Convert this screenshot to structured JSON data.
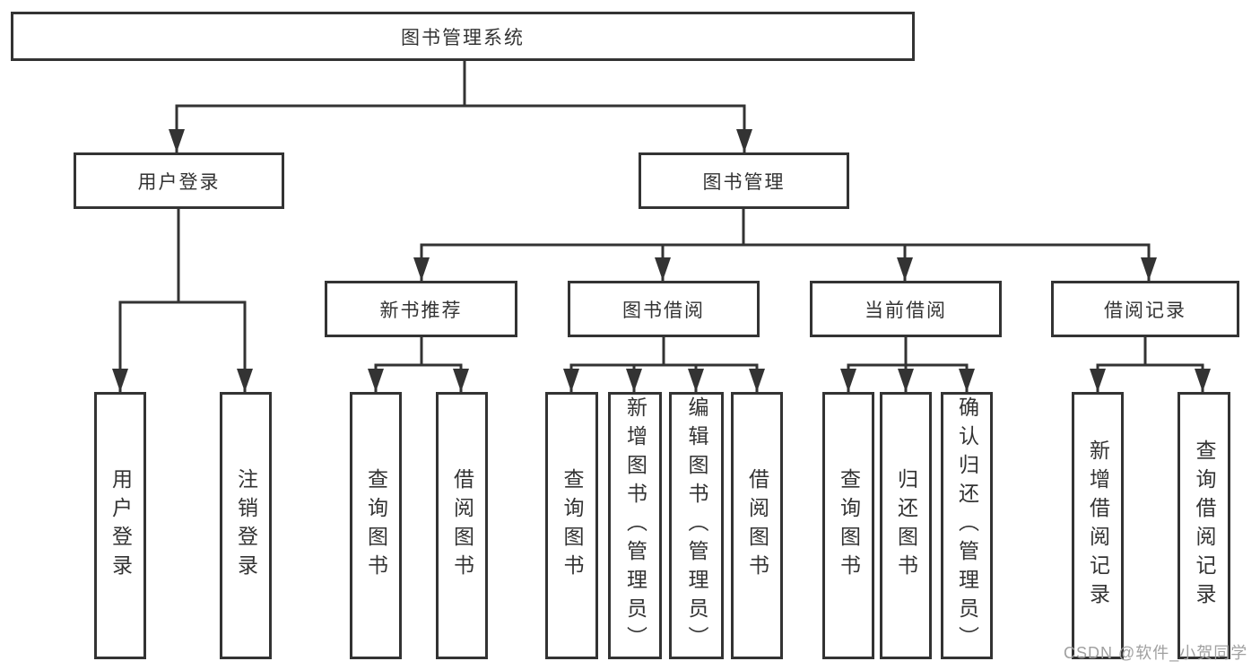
{
  "colors": {
    "background": "#ffffff",
    "line": "#333333",
    "text": "#333333",
    "watermark": "#a0a0a0"
  },
  "diagram_type": "hierarchy-tree",
  "nodes": {
    "root": {
      "label": "图书管理系统"
    },
    "level2": [
      {
        "label": "用户登录",
        "parent": "图书管理系统"
      },
      {
        "label": "图书管理",
        "parent": "图书管理系统"
      }
    ],
    "level3": [
      {
        "label": "新书推荐",
        "parent": "图书管理"
      },
      {
        "label": "图书借阅",
        "parent": "图书管理"
      },
      {
        "label": "当前借阅",
        "parent": "图书管理"
      },
      {
        "label": "借阅记录",
        "parent": "图书管理"
      }
    ],
    "leaves": [
      {
        "label": "用户登录",
        "parent": "用户登录"
      },
      {
        "label": "注销登录",
        "parent": "用户登录"
      },
      {
        "label": "查询图书",
        "parent": "新书推荐"
      },
      {
        "label": "借阅图书",
        "parent": "新书推荐"
      },
      {
        "label": "查询图书",
        "parent": "图书借阅"
      },
      {
        "label": "新增图书（管理员）",
        "parent": "图书借阅"
      },
      {
        "label": "编辑图书（管理员）",
        "parent": "图书借阅"
      },
      {
        "label": "借阅图书",
        "parent": "图书借阅"
      },
      {
        "label": "查询图书",
        "parent": "当前借阅"
      },
      {
        "label": "归还图书",
        "parent": "当前借阅"
      },
      {
        "label": "确认归还（管理员）",
        "parent": "当前借阅"
      },
      {
        "label": "新增借阅记录",
        "parent": "借阅记录"
      },
      {
        "label": "查询借阅记录",
        "parent": "借阅记录"
      }
    ]
  },
  "watermark": {
    "text": "CSDN @软件_小贺同学"
  }
}
